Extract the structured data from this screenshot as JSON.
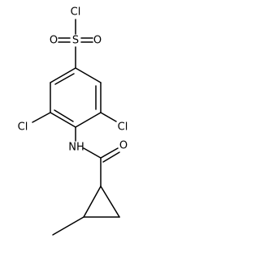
{
  "molecule": {
    "atoms": {
      "sulfonyl_cl": "Cl",
      "sulfur": "S",
      "oxygen_left": "O",
      "oxygen_right": "O",
      "ring_cl_left": "Cl",
      "ring_cl_right": "Cl",
      "amide_nh": "NH",
      "carbonyl_o": "O"
    }
  },
  "colors": {
    "bond": "#000000",
    "label": "#000000",
    "background": "#ffffff"
  }
}
